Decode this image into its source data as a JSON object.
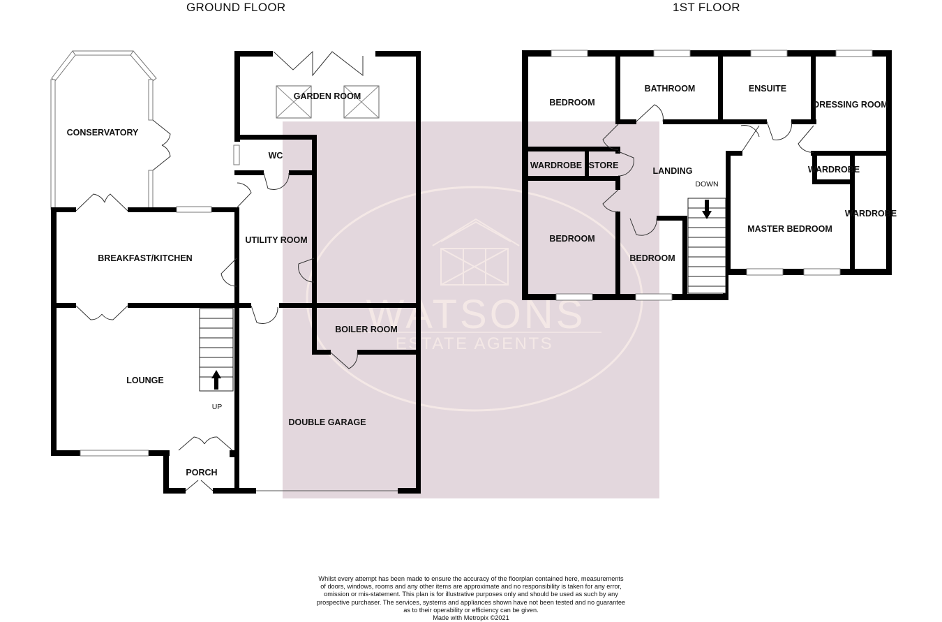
{
  "floors": {
    "ground": "GROUND FLOOR",
    "first": "1ST FLOOR"
  },
  "rooms": {
    "conservatory": "CONSERVATORY",
    "garden_room": "GARDEN ROOM",
    "wc": "WC",
    "utility_room": "UTILITY ROOM",
    "breakfast_kitchen": "BREAKFAST/KITCHEN",
    "lounge": "LOUNGE",
    "porch": "PORCH",
    "boiler_room": "BOILER ROOM",
    "double_garage": "DOUBLE GARAGE",
    "bedroom_1": "BEDROOM",
    "bathroom": "BATHROOM",
    "ensuite": "ENSUITE",
    "dressing_room": "DRESSING ROOM",
    "wardrobe_1": "WARDROBE",
    "store": "STORE",
    "landing": "LANDING",
    "wardrobe_2": "WARDROBE",
    "wardrobe_3": "WARDROBE",
    "bedroom_2": "BEDROOM",
    "bedroom_3": "BEDROOM",
    "master_bedroom": "MASTER BEDROOM"
  },
  "stairs": {
    "up": "UP",
    "down": "DOWN"
  },
  "watermark": {
    "name": "WATSONS",
    "subtitle": "ESTATE AGENTS",
    "color": "#e3d7dd"
  },
  "disclaimer": {
    "lines": [
      "Whilst every attempt has been made to ensure the accuracy of the floorplan contained here, measurements",
      "of doors, windows, rooms and any other items are approximate and no responsibility is taken for any error,",
      "omission or mis-statement. This plan is for illustrative purposes only and should be used as such by any",
      "prospective purchaser. The services, systems and appliances shown have not been tested and no guarantee",
      "as to their operability or efficiency can be given."
    ],
    "credit": "Made with Metropix ©2021"
  }
}
